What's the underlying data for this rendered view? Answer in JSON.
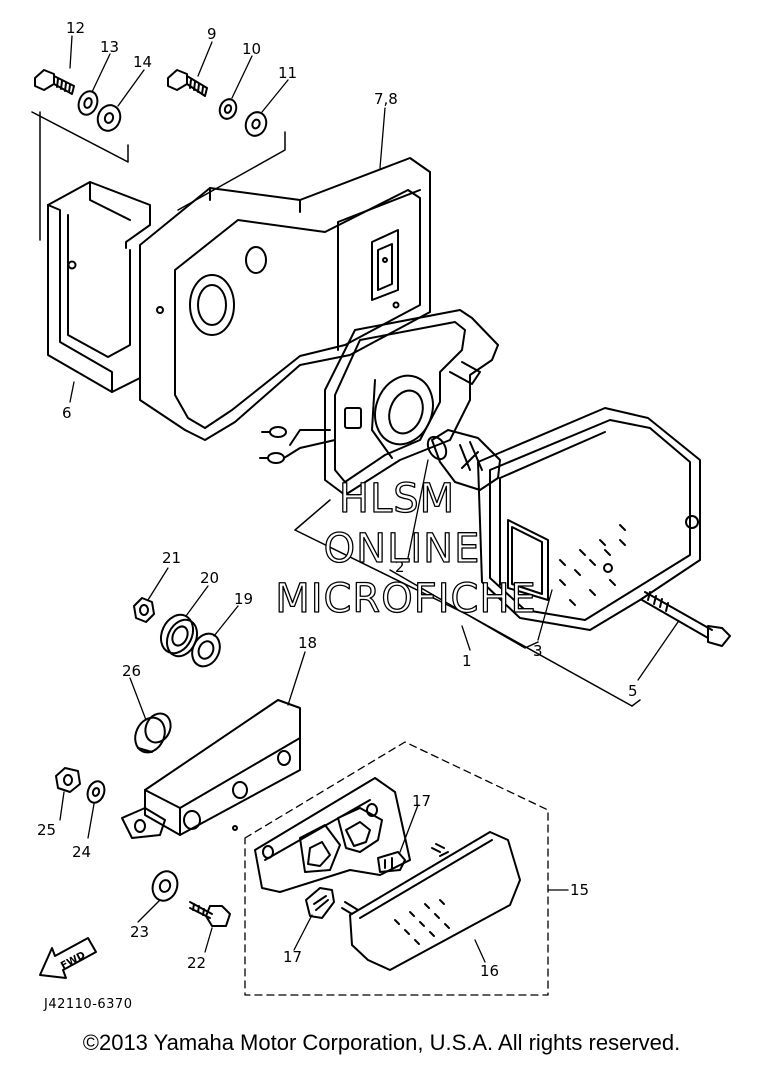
{
  "diagram": {
    "callouts": [
      {
        "id": "c12",
        "text": "12"
      },
      {
        "id": "c13",
        "text": "13"
      },
      {
        "id": "c14",
        "text": "14"
      },
      {
        "id": "c9",
        "text": "9"
      },
      {
        "id": "c10",
        "text": "10"
      },
      {
        "id": "c11",
        "text": "11"
      },
      {
        "id": "c78",
        "text": "7,8"
      },
      {
        "id": "c6",
        "text": "6"
      },
      {
        "id": "c2",
        "text": "2"
      },
      {
        "id": "c3",
        "text": "3"
      },
      {
        "id": "c1",
        "text": "1"
      },
      {
        "id": "c5",
        "text": "5"
      },
      {
        "id": "c21",
        "text": "21"
      },
      {
        "id": "c20",
        "text": "20"
      },
      {
        "id": "c19",
        "text": "19"
      },
      {
        "id": "c18",
        "text": "18"
      },
      {
        "id": "c26",
        "text": "26"
      },
      {
        "id": "c25",
        "text": "25"
      },
      {
        "id": "c24",
        "text": "24"
      },
      {
        "id": "c17a",
        "text": "17"
      },
      {
        "id": "c15",
        "text": "15"
      },
      {
        "id": "c23",
        "text": "23"
      },
      {
        "id": "c22",
        "text": "22"
      },
      {
        "id": "c17b",
        "text": "17"
      },
      {
        "id": "c16",
        "text": "16"
      }
    ],
    "watermark": [
      "HLSM",
      "ONLINE",
      "MICROFICHE"
    ],
    "fwd_label": "FWD",
    "drawing_code": "J42110-6370"
  },
  "footer": {
    "copyright": "©2013 Yamaha Motor Corporation, U.S.A. All rights reserved."
  }
}
